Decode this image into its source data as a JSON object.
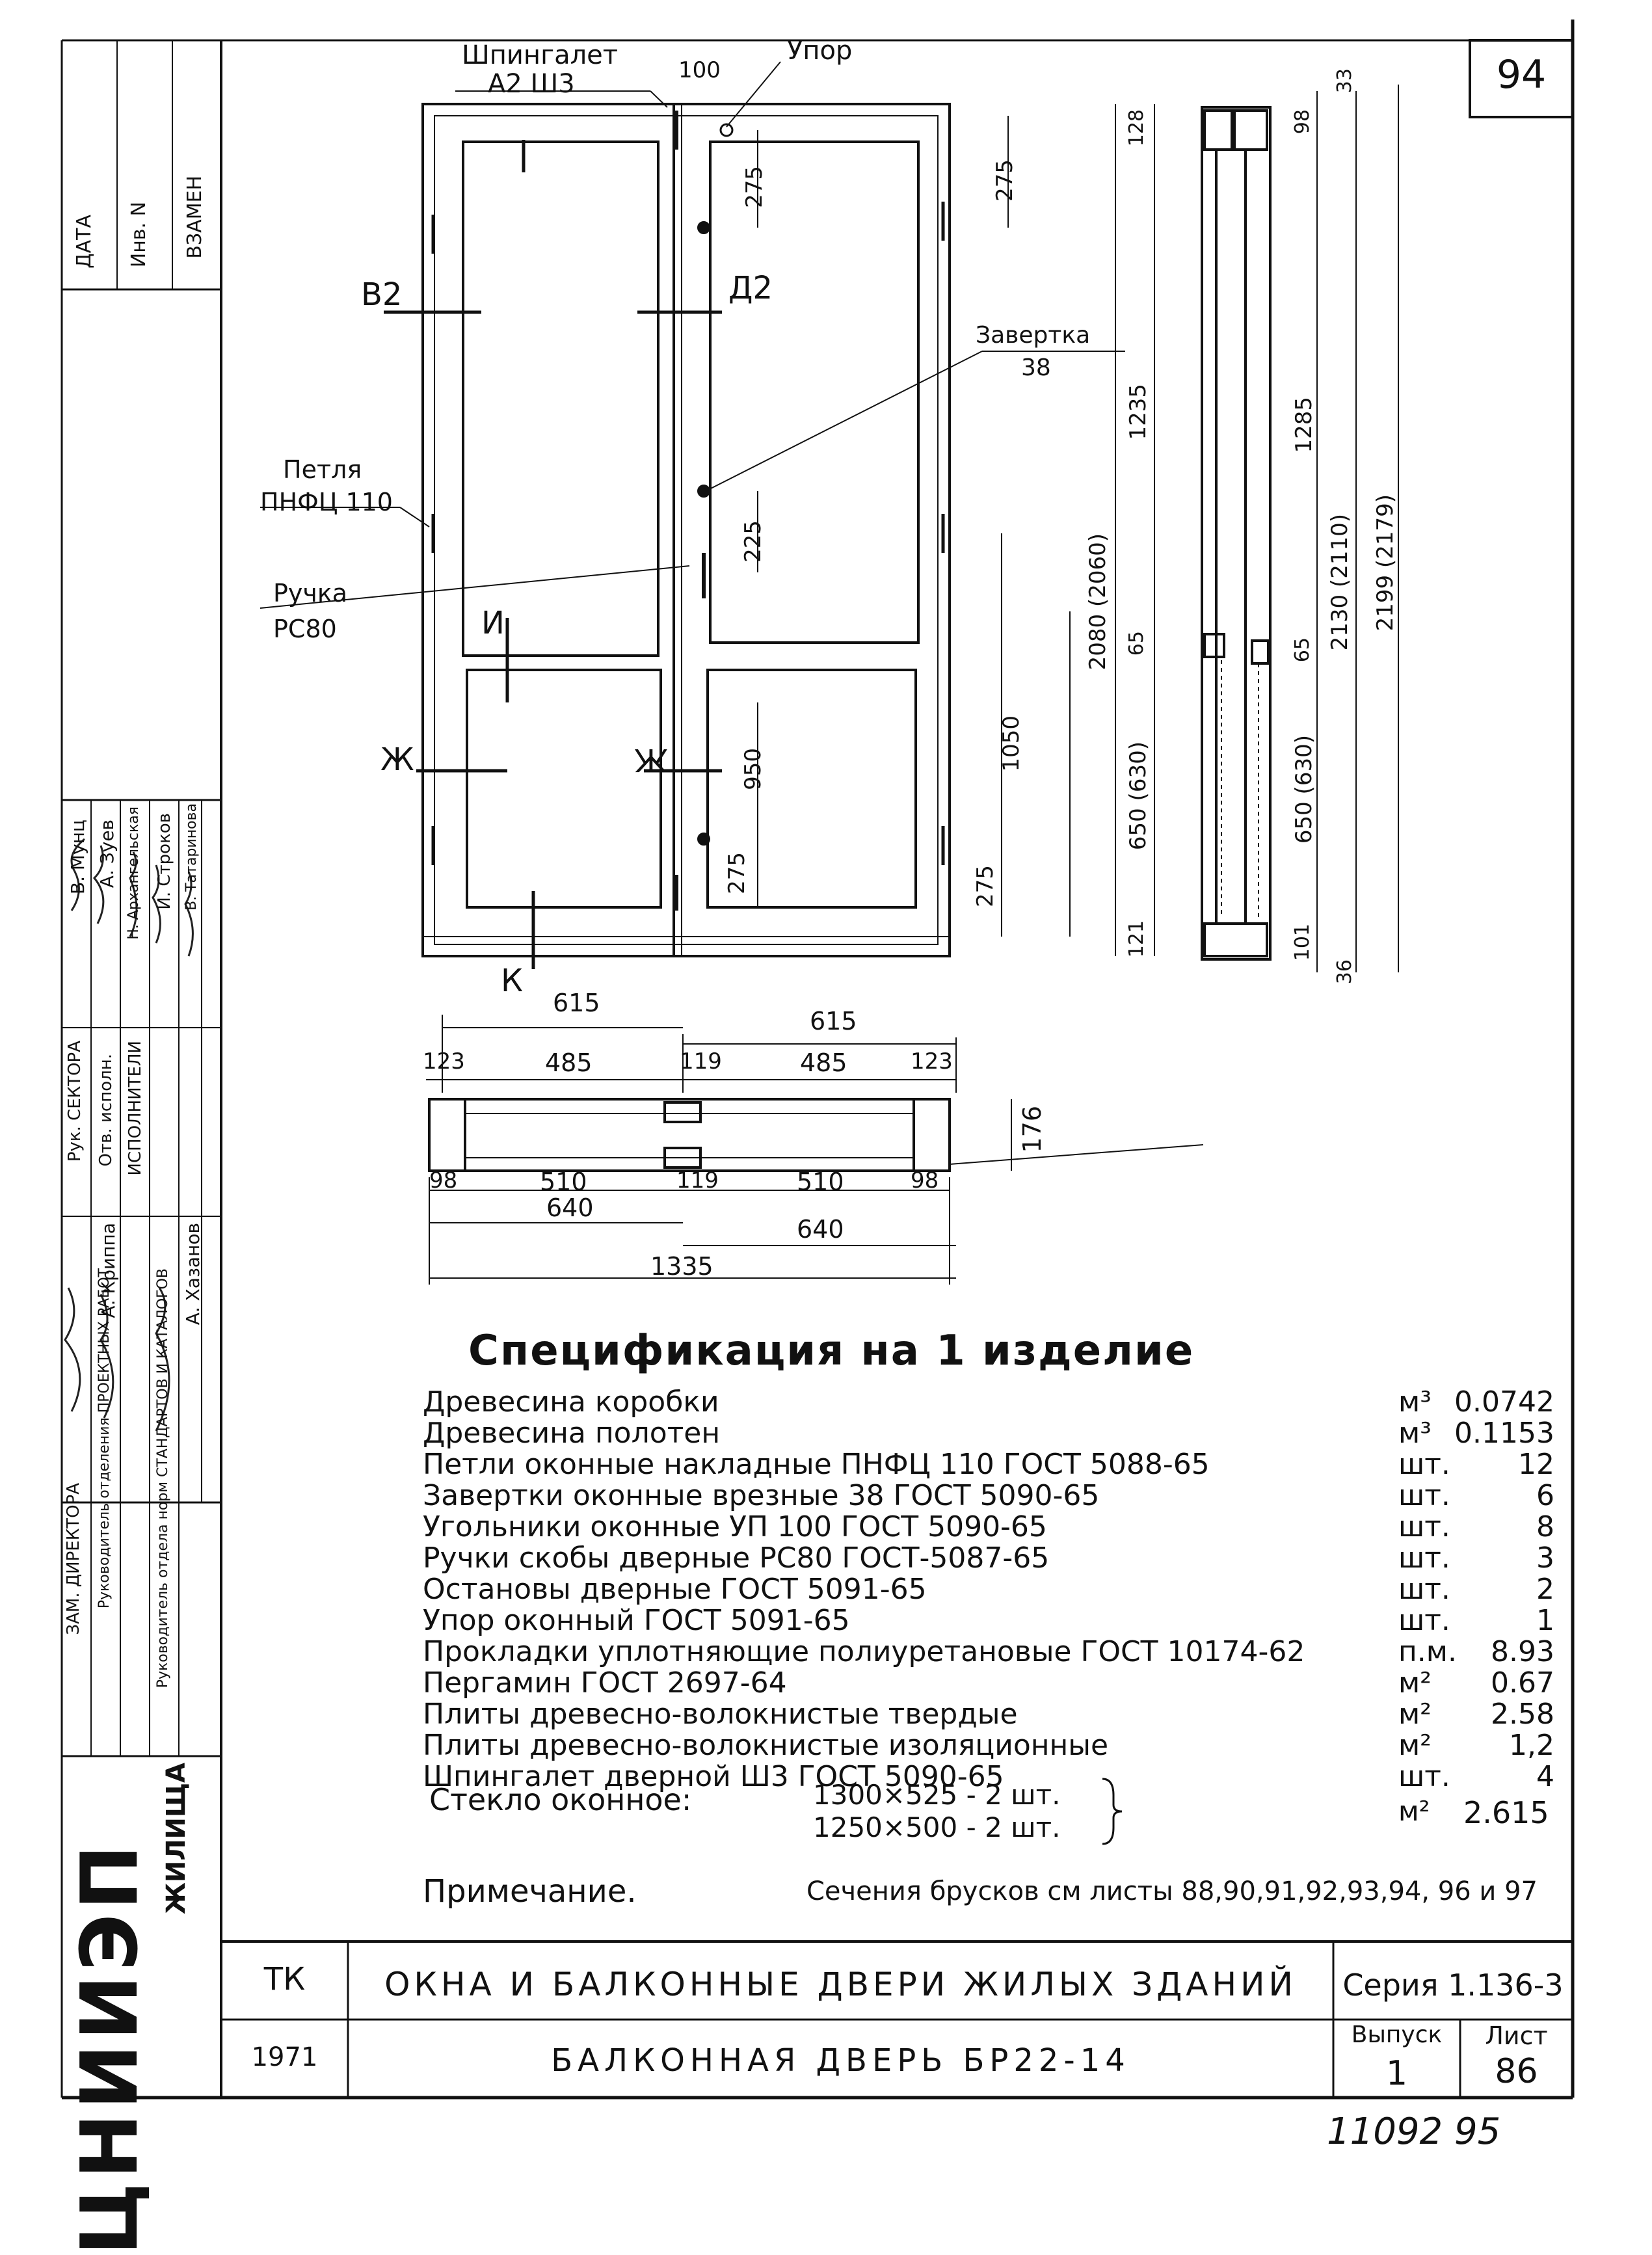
{
  "sheet_number": "94",
  "side_stamp": {
    "approval_header": [
      "ДАТА",
      "Инв. N",
      "ВЗАМЕН"
    ],
    "org_name": "ЦНИИЭП",
    "org_subtitle": "ЖИЛИЩА",
    "staff_roles": [
      "ЗАМ. ДИРЕКТОРА",
      "Руководитель отделения ПРОЕКТНЫХ РАБОТ",
      "Руководитель отдела норм СТАНДАРТОВ И КАТАЛОГОВ",
      "Рук. СЕКТОРА",
      "Отв. исполн.",
      "ИСПОЛНИТЕЛИ"
    ],
    "staff_names": [
      "А. Криппа",
      "А. Хазанов",
      "В. Мунц",
      "А. Зуев",
      "Н. Архангельская",
      "И. Строков",
      "В. Татаринова"
    ]
  },
  "elevation": {
    "labels": {
      "shpingalet": "Шпингалет",
      "shpingalet_code": "А2  Ш3",
      "upor": "Упор",
      "zavertka": "Завертка",
      "zavertka_code": "38",
      "petlya": "Петля",
      "petlya_code": "ПНФЦ 110",
      "ruchka": "Ручка",
      "ruchka_code": "РС80"
    },
    "section_marks": [
      "В2",
      "Д2",
      "И",
      "Ж",
      "Ж",
      "К"
    ],
    "dims": [
      "100",
      "275",
      "275",
      "1235",
      "225",
      "950",
      "1050",
      "275",
      "275",
      "128",
      "2080 (2060)",
      "65",
      "650 (630)",
      "121",
      "98",
      "33",
      "1285",
      "2130 (2110)",
      "2199 (2179)",
      "65",
      "650 (630)",
      "101",
      "36"
    ]
  },
  "plan": {
    "dims_top": [
      "615",
      "615",
      "123",
      "485",
      "119",
      "485",
      "123"
    ],
    "dims_bottom": [
      "98",
      "510",
      "119",
      "510",
      "98",
      "640",
      "640",
      "1335"
    ],
    "dim_right": "176"
  },
  "spec": {
    "title": "Спецификация на 1 изделие",
    "items": [
      {
        "name": "Древесина коробки",
        "unit": "м³",
        "qty": "0.0742"
      },
      {
        "name": "Древесина полотен",
        "unit": "м³",
        "qty": "0.1153"
      },
      {
        "name": "Петли оконные накладные ПНФЦ 110  ГОСТ 5088-65",
        "unit": "шт.",
        "qty": "12"
      },
      {
        "name": "Завертки оконные врезные  38 ГОСТ 5090-65",
        "unit": "шт.",
        "qty": "6"
      },
      {
        "name": "Угольники оконные УП 100 ГОСТ 5090-65",
        "unit": "шт.",
        "qty": "8"
      },
      {
        "name": "Ручки скобы дверные РС80 ГОСТ-5087-65",
        "unit": "шт.",
        "qty": "3"
      },
      {
        "name": "Остановы дверные  ГОСТ 5091-65",
        "unit": "шт.",
        "qty": "2"
      },
      {
        "name": "Упор  оконный ГОСТ 5091-65",
        "unit": "шт.",
        "qty": "1"
      },
      {
        "name": "Прокладки уплотняющие полиуретановые ГОСТ 10174-62",
        "unit": "п.м.",
        "qty": "8.93"
      },
      {
        "name": "Пергамин ГОСТ 2697-64",
        "unit": "м²",
        "qty": "0.67"
      },
      {
        "name": "Плиты древесно-волокнистые твердые",
        "unit": "м²",
        "qty": "2.58"
      },
      {
        "name": "Плиты древесно-волокнистые изоляционные",
        "unit": "м²",
        "qty": "1,2"
      },
      {
        "name": "Шпингалет дверной Ш3 ГОСТ 5090-65",
        "unit": "шт.",
        "qty": "4"
      }
    ],
    "glass_label": "Стекло оконное:",
    "glass_sizes": [
      "1300×525 - 2 шт.",
      "1250×500 - 2 шт."
    ],
    "glass_unit": "м²",
    "glass_qty": "2.615",
    "note_label": "Примечание.",
    "note_text": "Сечения брусков см листы 88,90,91,92,93,94, 96 и 97"
  },
  "title_block": {
    "code": "ТК",
    "year": "1971",
    "title": "ОКНА И БАЛКОННЫЕ ДВЕРИ ЖИЛЫХ ЗДАНИЙ",
    "subtitle": "БАЛКОННАЯ  ДВЕРЬ  БР22-14",
    "series_label": "Серия 1.136-3",
    "issue_label": "Выпуск",
    "issue_value": "1",
    "sheet_label": "Лист",
    "sheet_value": "86"
  },
  "footer_number": "11092  95"
}
